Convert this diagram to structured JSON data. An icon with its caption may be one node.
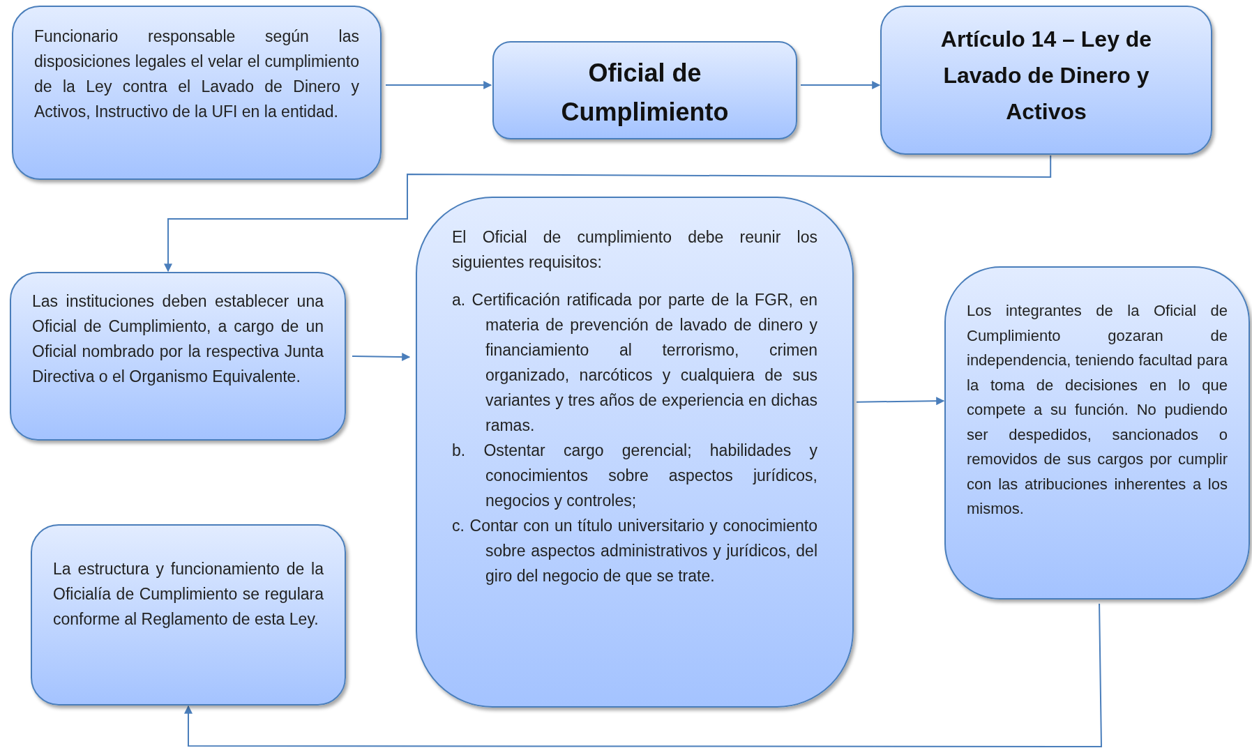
{
  "diagram": {
    "nodes": [
      {
        "text": [
          "Funcionario responsable según las disposiciones legales el velar el cumplimiento de la Ley contra el Lavado de Dinero y Activos, Instructivo de la UFI en la entidad."
        ]
      },
      {
        "text": [
          "Oficial de Cumplimiento"
        ]
      },
      {
        "text": [
          "Artículo 14 – Ley de Lavado de Dinero y Activos"
        ]
      },
      {
        "text": [
          "Las instituciones deben establecer una Oficial de Cumplimiento, a cargo de un Oficial nombrado por la respectiva Junta Directiva o el Organismo Equivalente."
        ]
      },
      {
        "text": [
          "El Oficial de cumplimiento debe reunir los siguientes requisitos:",
          "a. Certificación ratificada por parte de la FGR, en materia de prevención de lavado de dinero y financiamiento al terrorismo, crimen organizado, narcóticos y cualquiera de sus variantes y tres años de experiencia en dichas ramas.",
          "b. Ostentar cargo gerencial; habilidades y conocimientos sobre aspectos jurídicos, negocios y controles;",
          "c. Contar con un título universitario y conocimiento sobre aspectos administrativos y jurídicos, del giro del negocio de que se trate."
        ]
      },
      {
        "text": [
          "Los integrantes de la Oficial de Cumplimiento gozaran de independencia, teniendo facultad para la toma de decisiones en lo que compete a su función. No pudiendo ser despedidos, sancionados o removidos de sus cargos por cumplir con las atribuciones inherentes a los mismos."
        ]
      },
      {
        "text": [
          "La estructura y funcionamiento de la Oficialía de Cumplimiento se regulara conforme al Reglamento de esta Ley."
        ]
      }
    ],
    "edges": [
      {
        "from": 0,
        "to": 1,
        "arrow": "to"
      },
      {
        "from": 1,
        "to": 2,
        "arrow": "to"
      },
      {
        "from": 2,
        "to": 3,
        "arrow": "to"
      },
      {
        "from": 3,
        "to": 4,
        "arrow": "to"
      },
      {
        "from": 4,
        "to": 5,
        "arrow": "to"
      },
      {
        "from": 5,
        "to": 6,
        "arrow": "to"
      }
    ]
  }
}
